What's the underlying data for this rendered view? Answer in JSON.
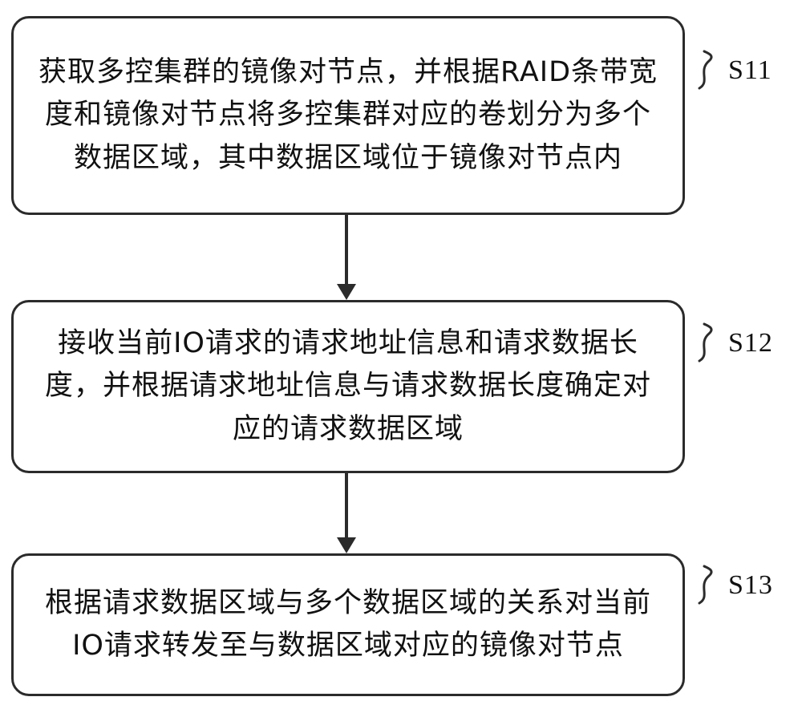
{
  "diagram": {
    "title": "flowchart-io-request-routing",
    "steps": [
      {
        "id": "S11",
        "text": "获取多控集群的镜像对节点，并根据RAID条带宽度和镜像对节点将多控集群对应的卷划分为多个数据区域，其中数据区域位于镜像对节点内"
      },
      {
        "id": "S12",
        "text": "接收当前IO请求的请求地址信息和请求数据长度，并根据请求地址信息与请求数据长度确定对应的请求数据区域"
      },
      {
        "id": "S13",
        "text": "根据请求数据区域与多个数据区域的关系对当前IO请求转发至与数据区域对应的镜像对节点"
      }
    ],
    "colors": {
      "line": "#2b2b2b",
      "text": "#111111",
      "background": "#ffffff"
    }
  }
}
